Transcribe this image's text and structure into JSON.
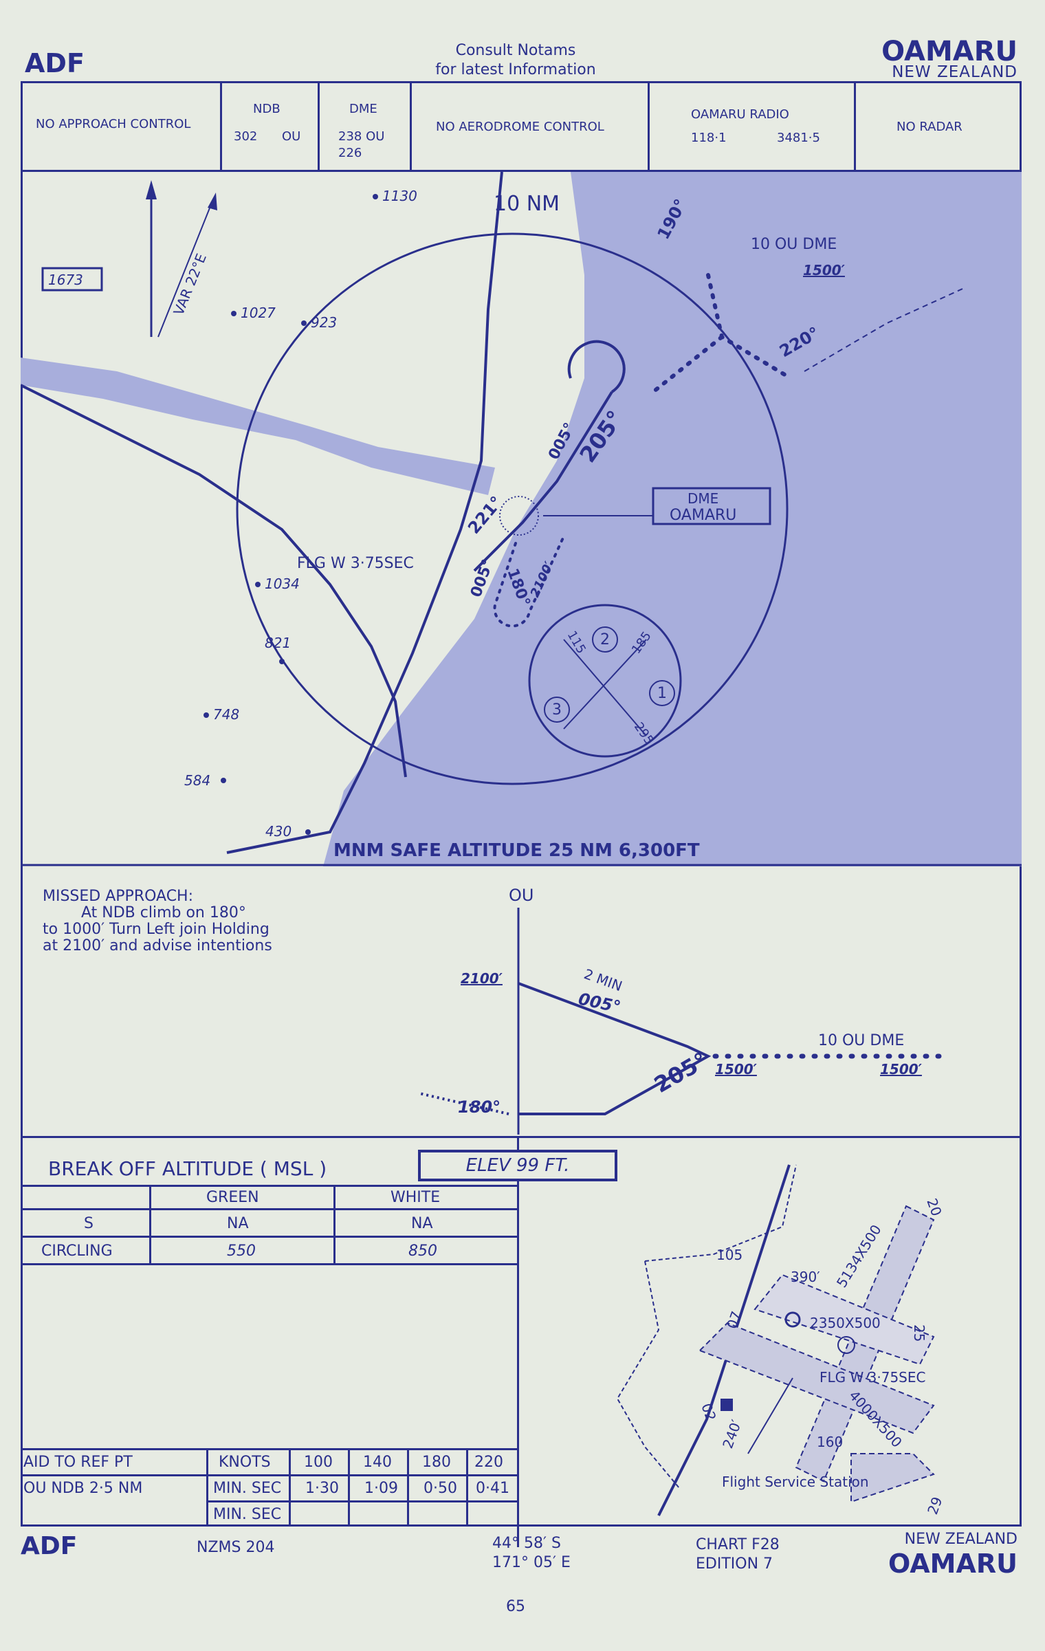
{
  "header": {
    "left_title": "ADF",
    "notice_line1": "Consult   Notams",
    "notice_line2": "for  latest  Information",
    "place": "OAMARU",
    "country": "NEW ZEALAND"
  },
  "info_row": {
    "approach": "NO APPROACH CONTROL",
    "ndb_label": "NDB",
    "ndb_freq": "302",
    "ndb_id": "OU",
    "dme_label": "DME",
    "dme_ch": "238  OU",
    "dme_ch2": "226",
    "aerodrome": "NO AERODROME CONTROL",
    "radio_label": "OAMARU    RADIO",
    "radio_f1": "118·1",
    "radio_f2": "3481·5",
    "radar": "NO    RADAR"
  },
  "plan": {
    "var": "VAR  22°E",
    "box_elev": "1673",
    "elev_1130": "1130",
    "elev_1027": "1027",
    "elev_923": "923",
    "elev_1034": "1034",
    "elev_821": "821",
    "elev_748": "748",
    "elev_584": "584",
    "elev_430": "430",
    "ring": "10 NM",
    "dme_fix": "10 OU DME",
    "alt_1500": "1500′",
    "trk_190": "190°",
    "trk_220": "220°",
    "trk_005": "005°",
    "trk_205": "205°",
    "trk_221": "221°",
    "trk_005b": "005°",
    "trk_180": "180°",
    "alt_2100": "2100′",
    "dme_label": "DME",
    "dme_name": "OAMARU",
    "light": "FLG W 3·75SEC",
    "sector_1": "1",
    "sector_2": "2",
    "sector_3": "3",
    "sec_115": "115",
    "sec_185": "185",
    "sec_295": "295",
    "msa": "MNM SAFE ALTITUDE 25 NM 6,300FT"
  },
  "profile": {
    "ma_title": "MISSED APPROACH:",
    "ma_line1": "At  NDB  climb on  180°",
    "ma_line2": "to  1000′  Turn  Left   join Holding",
    "ma_line3": "at  2100′  and advise   intentions",
    "ou": "OU",
    "alt_2100": "2100′",
    "min2": "2 MIN",
    "trk_005": "005°",
    "dme_fix": "10 OU DME",
    "alt_1500a": "1500′",
    "alt_1500b": "1500′",
    "trk_205": "205°",
    "trk_180": "180°"
  },
  "minima": {
    "title": "BREAK  OFF  ALTITUDE  ( MSL )",
    "elev": "ELEV      99      FT.",
    "col_green": "GREEN",
    "col_white": "WHITE",
    "rows": [
      {
        "label": "S",
        "green": "NA",
        "white": "NA"
      },
      {
        "label": "CIRCLING",
        "green": "550",
        "white": "850"
      }
    ]
  },
  "timing": {
    "aid": "AID TO REF PT",
    "knots": "KNOTS",
    "speeds": [
      "100",
      "140",
      "180",
      "220"
    ],
    "ou_ndb": "OU NDB    2·5 NM",
    "minsec": "MIN. SEC",
    "times": [
      "1·30",
      "1·09",
      "0·50",
      "0·41"
    ],
    "minsec2": "MIN. SEC"
  },
  "aerodrome": {
    "rwy_20": "20",
    "rwy_02": "02",
    "rwy_25": "25",
    "rwy_07": "07",
    "rwy_29": "29",
    "dims1": "5134X500",
    "dims2": "2350X500",
    "dims3": "4000X500",
    "elev_390": "390′",
    "elev_105": "105",
    "elev_240": "240′",
    "elev_160": "160",
    "light": "FLG  W  3·75SEC",
    "fss": "Flight Service Station"
  },
  "footer": {
    "left": "ADF",
    "map": "NZMS  204",
    "lat": "44°  58′ S",
    "lon": "171°  05′ E",
    "chart": "CHART  F28",
    "edition": "EDITION  7",
    "country": "NEW  ZEALAND",
    "place": "OAMARU",
    "page": "65"
  }
}
